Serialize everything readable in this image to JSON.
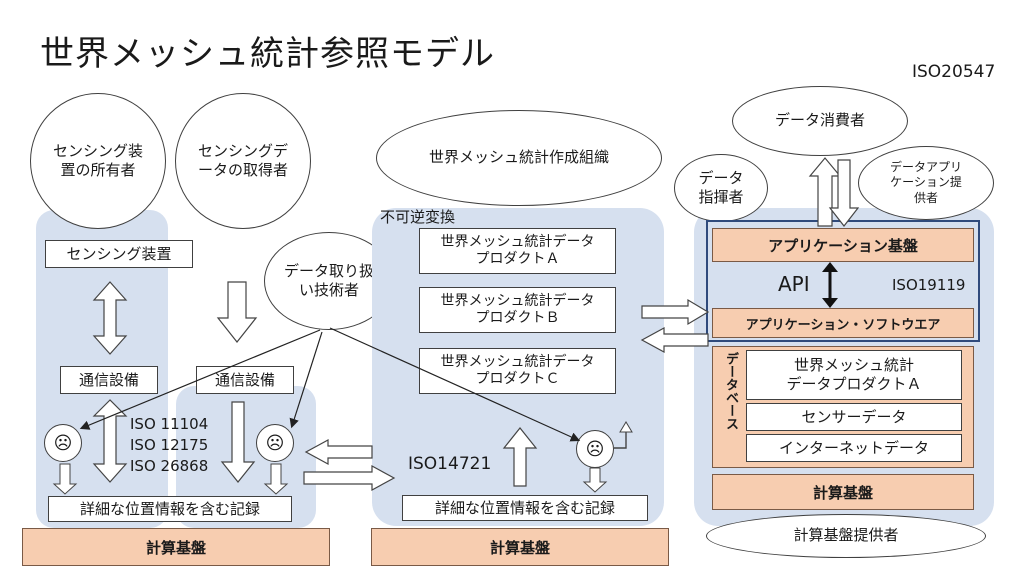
{
  "title": "世界メッシュ統計参照モデル",
  "iso_top": "ISO20547",
  "colors": {
    "panel": "#d6e0ef",
    "orange": "#f7cdb0",
    "navy": "#2f4a7c"
  },
  "left": {
    "owner": "センシング装置の所有者",
    "acquirer": "センシングデータの取得者",
    "device": "センシング装置",
    "comm1": "通信設備",
    "comm2": "通信設備",
    "handler": "データ取り扱い技術者",
    "iso_list": [
      "ISO 11104",
      "ISO 12175",
      "ISO 26868"
    ],
    "record": "詳細な位置情報を含む記録",
    "compute": "計算基盤"
  },
  "middle": {
    "org": "世界メッシュ統計作成組織",
    "irreversible": "不可逆変換",
    "products": [
      "世界メッシュ統計データ\nプロダクトＡ",
      "世界メッシュ統計データ\nプロダクトＢ",
      "世界メッシュ統計データ\nプロダクトＣ"
    ],
    "iso": "ISO14721",
    "record": "詳細な位置情報を含む記録",
    "compute": "計算基盤"
  },
  "right": {
    "consumer": "データ消費者",
    "commander": "データ指揮者",
    "app_provider": "データアプリケーション提供者",
    "app_platform": "アプリケーション基盤",
    "api": "API",
    "iso": "ISO19119",
    "app_software": "アプリケーション・ソフトウエア",
    "database": "データベース",
    "db_items": [
      "世界メッシュ統計\nデータプロダクトＡ",
      "センサーデータ",
      "インターネットデータ"
    ],
    "compute": "計算基盤",
    "compute_provider": "計算基盤提供者"
  }
}
